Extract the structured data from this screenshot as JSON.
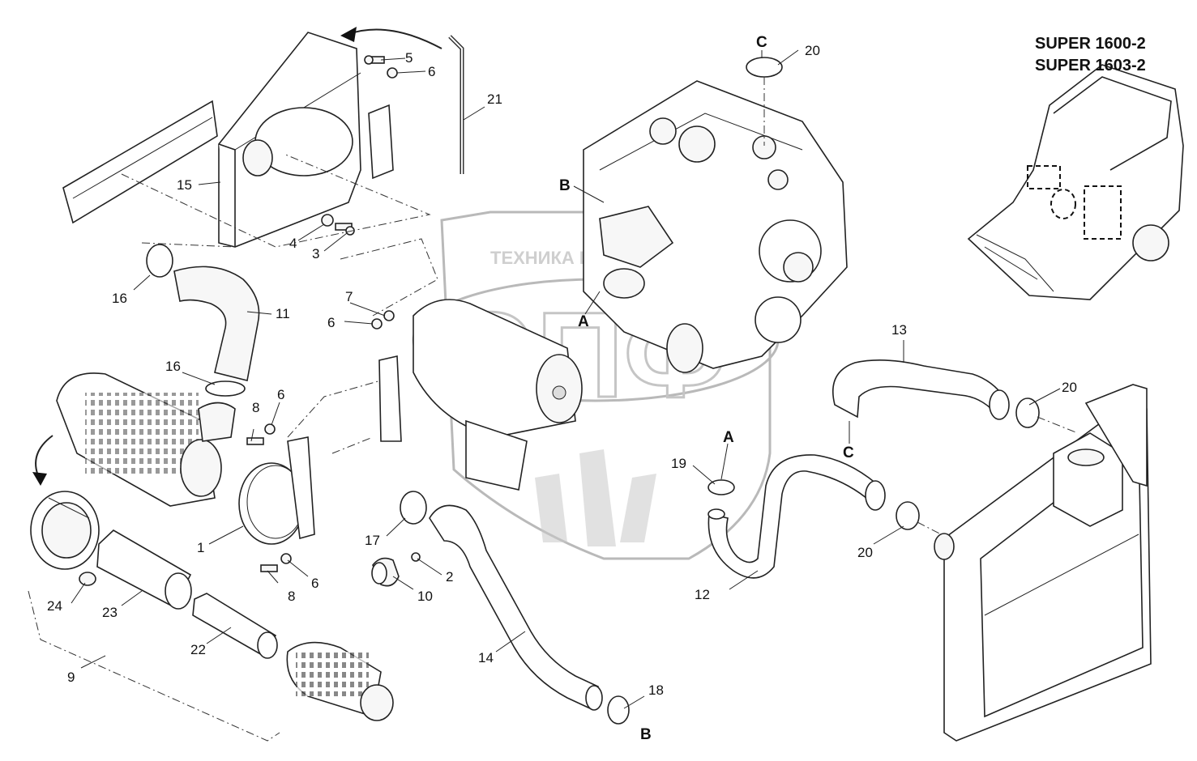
{
  "title_lines": [
    "SUPER 1600-2",
    "SUPER 1603-2"
  ],
  "watermark": {
    "text": "ТЕХНИКА И ЗАПЧАСТИ",
    "monogram": "ЭПФ"
  },
  "callouts": {
    "n1": "1",
    "n2": "2",
    "n3": "3",
    "n4": "4",
    "n5": "5",
    "n6a": "6",
    "n6b": "6",
    "n6c": "6",
    "n6d": "6",
    "n7": "7",
    "n8a": "8",
    "n8b": "8",
    "n9": "9",
    "n10": "10",
    "n11": "11",
    "n12": "12",
    "n13": "13",
    "n14": "14",
    "n15": "15",
    "n16a": "16",
    "n16b": "16",
    "n17": "17",
    "n18": "18",
    "n19": "19",
    "n20a": "20",
    "n20b": "20",
    "n20c": "20",
    "n21": "21",
    "n22": "22",
    "n23": "23",
    "n24": "24"
  },
  "connectors": {
    "A_top": "A",
    "A_mid": "A",
    "B_top": "B",
    "B_bottom": "B",
    "C_top": "C",
    "C_mid": "C"
  }
}
